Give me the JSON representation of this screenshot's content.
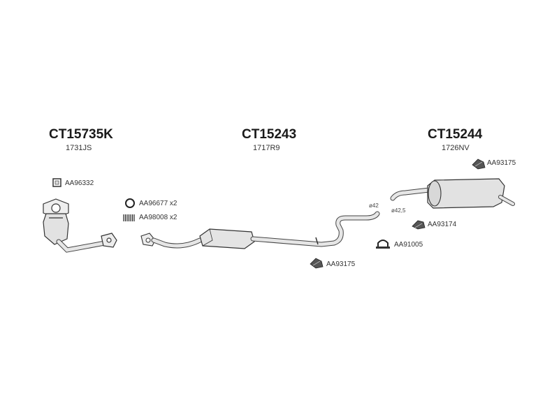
{
  "assemblies": [
    {
      "ref": "CT15735K",
      "code": "1731JS"
    },
    {
      "ref": "CT15243",
      "code": "1717R9"
    },
    {
      "ref": "CT15244",
      "code": "1726NV"
    }
  ],
  "parts": {
    "gasket_square": "AA96332",
    "ring": "AA96677 x2",
    "spring": "AA98008 x2",
    "hanger_mid": "AA93175",
    "hanger_rear_top": "AA93175",
    "hanger_rear_low": "AA93174",
    "clamp": "AA91005"
  },
  "dimensions": {
    "pipe_end": "ø42",
    "tailpipe_inlet": "ø42,5"
  },
  "colors": {
    "stroke": "#333333",
    "fill": "#e8e8e8",
    "dark": "#555555"
  }
}
